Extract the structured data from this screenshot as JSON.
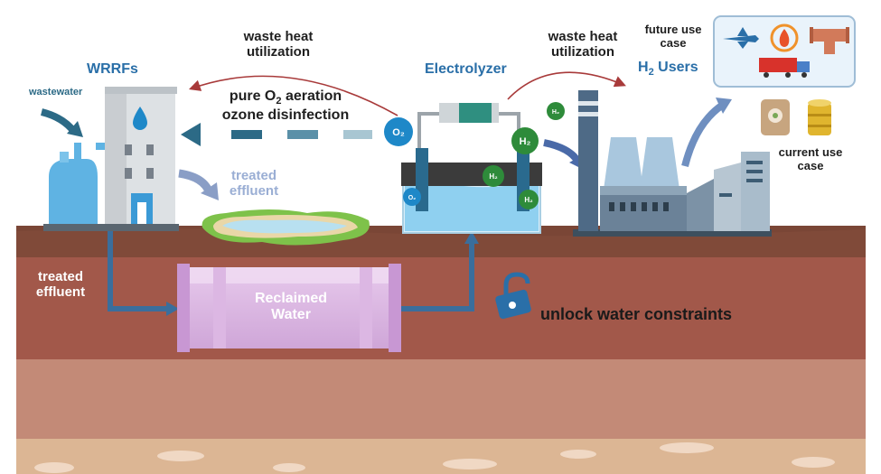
{
  "labels": {
    "wrrfs": "WRRFs",
    "wastewater": "wastewater",
    "waste_heat_left": "waste heat\nutilization",
    "waste_heat_right": "waste heat\nutilization",
    "o2_line1_prefix": "pure O",
    "o2_line1_sub": "2",
    "o2_line1_suffix": " aeration",
    "o2_line2": "ozone disinfection",
    "electrolyzer": "Electrolyzer",
    "h2_users_prefix": "H",
    "h2_users_sub": "2",
    "h2_users_suffix": " Users",
    "future_use_case": "future use\ncase",
    "current_use_case": "current use\ncase",
    "treated_effluent_pond": "treated\neffluent",
    "treated_effluent_pipe": "treated\neffluent",
    "reclaimed_water": "Reclaimed\nWater",
    "unlock": "unlock water constraints"
  },
  "bubbles": {
    "o2": "O₂",
    "h2": "H₂"
  },
  "colors": {
    "accent_blue": "#2a6fa8",
    "soil_top": "#7a4636",
    "soil_mid": "#a2584a",
    "sand": "#c99a7a",
    "h2_green": "#2e8b3a",
    "o2_blue": "#1e88c8",
    "arrow_red": "#a83a3a"
  },
  "icons": [
    "wastewater-arrow-icon",
    "water-drop-icon",
    "airplane-icon",
    "flame-icon",
    "pipe-icon",
    "truck-icon",
    "fertilizer-bag-icon",
    "barrel-icon",
    "padlock-icon"
  ]
}
